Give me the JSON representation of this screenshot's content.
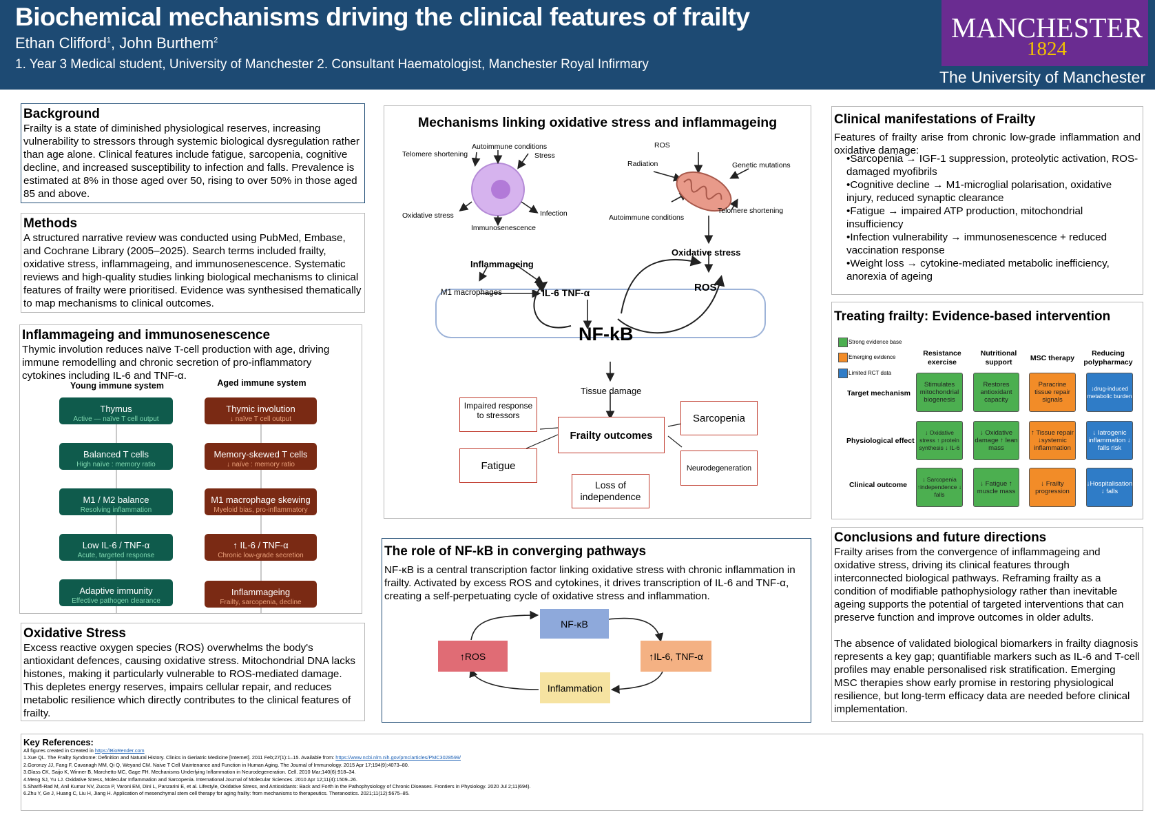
{
  "header": {
    "title": "Biochemical mechanisms driving the clinical features of frailty",
    "authors_a": "Ethan Clifford",
    "authors_a_sup": "1",
    "authors_sep": ", John Burthem",
    "authors_b_sup": "2",
    "affiliations": "1. Year 3 Medical student, University of Manchester 2. Consultant Haematologist, Manchester Royal Infirmary",
    "logo_name": "MANCHESTER",
    "logo_year": "1824",
    "logo_univ": "The University of Manchester"
  },
  "background": {
    "title": "Background",
    "text": "Frailty is a state of diminished physiological reserves, increasing vulnerability to stressors through systemic biological dysregulation rather than age alone. Clinical features include fatigue, sarcopenia, cognitive decline, and increased susceptibility to infection and falls. Prevalence is estimated at 8% in those aged over 50, rising to over 50% in those aged 85 and above."
  },
  "methods": {
    "title": "Methods",
    "text": "A structured narrative review was conducted using PubMed, Embase, and Cochrane Library (2005–2025). Search terms included frailty, oxidative stress, inflammageing, and immunosenescence. Systematic reviews and high-quality studies linking biological mechanisms to clinical features of frailty were prioritised. Evidence was synthesised thematically to map mechanisms to clinical outcomes."
  },
  "inflammageing": {
    "title": "Inflammageing and immunosenescence",
    "text": "Thymic involution reduces naïve T-cell production with age, driving immune remodelling and chronic secretion of pro-inflammatory cytokines including IL-6 and TNF-α.",
    "young_title": "Young immune system",
    "aged_title": "Aged immune system",
    "young": [
      {
        "t": "Thymus",
        "s": "Active — naïve T cell output"
      },
      {
        "t": "Balanced T cells",
        "s": "High naïve : memory ratio"
      },
      {
        "t": "M1 / M2 balance",
        "s": "Resolving inflammation"
      },
      {
        "t": "Low IL-6 / TNF-α",
        "s": "Acute, targeted response"
      },
      {
        "t": "Adaptive immunity",
        "s": "Effective pathogen clearance"
      }
    ],
    "aged": [
      {
        "t": "Thymic involution",
        "s": "↓ naïve T cell output"
      },
      {
        "t": "Memory-skewed T cells",
        "s": "↓ naïve : memory ratio"
      },
      {
        "t": "M1 macrophage skewing",
        "s": "Myeloid bias, pro-inflammatory"
      },
      {
        "t": "↑ IL-6 / TNF-α",
        "s": "Chronic low-grade secretion"
      },
      {
        "t": "Inflammageing",
        "s": "Frailty, sarcopenia, decline"
      }
    ]
  },
  "oxidative": {
    "title": "Oxidative Stress",
    "text": "Excess reactive oxygen species (ROS) overwhelms the body's antioxidant defences, causing oxidative stress. Mitochondrial DNA lacks histones, making it particularly vulnerable to ROS-mediated damage. This depletes energy reserves, impairs cellular repair, and reduces metabolic resilience which directly contributes to the clinical features of frailty."
  },
  "mechanisms": {
    "title": "Mechanisms linking oxidative stress and inflammageing",
    "cell_labels": {
      "telomere": "Telomere shortening",
      "autoimmune": "Autoimmune conditions",
      "stress": "Stress",
      "oxidative": "Oxidative stress",
      "infection": "Infection",
      "immunosenescence": "Immunosenescence"
    },
    "mito_labels": {
      "ros": "ROS",
      "radiation": "Radiation",
      "genetic": "Genetic mutations",
      "autoimmune": "Autoimmune conditions",
      "telomere": "Telomere shortening"
    },
    "inflammageing": "Inflammageing",
    "m1": "M1 macrophages",
    "il6": "IL-6 TNF-α",
    "oxstress": "Oxidative stress",
    "ros": "ROS",
    "nfkb": "NF-kB",
    "tissue": "Tissue damage",
    "frailty": "Frailty outcomes",
    "outcomes": {
      "impaired": "Impaired response to stressors",
      "fatigue": "Fatigue",
      "sarcopenia": "Sarcopenia",
      "neuro": "Neurodegeneration",
      "loss": "Loss of independence"
    }
  },
  "nfkb_role": {
    "title": "The role of NF-kB in converging pathways",
    "text": "NF-κB is a central transcription factor linking oxidative stress with chronic inflammation in frailty. Activated by excess ROS and cytokines, it drives transcription of IL-6 and TNF-α, creating a self-perpetuating cycle of oxidative stress and inflammation.",
    "nfkb": "NF-κB",
    "ros": "↑ROS",
    "il6": "↑IL-6, TNF-α",
    "inflammation": "Inflammation",
    "colors": {
      "nfkb": "#8ea9db",
      "ros": "#e06c75",
      "il6": "#f4b183",
      "inflammation": "#f6e3a1"
    }
  },
  "clinical": {
    "title": "Clinical manifestations of Frailty",
    "intro": "Features of frailty arise from chronic low-grade inflammation and oxidative damage:",
    "items": [
      "•Sarcopenia → IGF-1 suppression, proteolytic activation, ROS-damaged myofibrils",
      "•Cognitive decline → M1-microglial polarisation, oxidative injury, reduced synaptic clearance",
      "•Fatigue → impaired ATP production, mitochondrial insufficiency",
      "•Infection vulnerability → immunosenescence + reduced vaccination response",
      "•Weight loss → cytokine-mediated metabolic inefficiency, anorexia of ageing"
    ]
  },
  "treating": {
    "title": "Treating frailty: Evidence-based intervention",
    "legend": [
      {
        "label": "Strong evidence base",
        "color": "#4caf50"
      },
      {
        "label": "Emerging evidence",
        "color": "#f28c28"
      },
      {
        "label": "Limited RCT data",
        "color": "#2f7cc7"
      }
    ],
    "columns": [
      "Resistance exercise",
      "Nutritional support",
      "MSC therapy",
      "Reducing polypharmacy"
    ],
    "rows": [
      "Target mechanism",
      "Physiological effect",
      "Clinical outcome"
    ],
    "cells": [
      [
        "Stimulates mitochondrial biogenesis",
        "Restores antioxidant capacity",
        "Paracrine tissue repair signals",
        "↓drug-induced metabolic burden"
      ],
      [
        "↓ Oxidative stress ↑ protein synthesis ↓ IL-6",
        "↓ Oxidative damage ↑ lean mass",
        "↑ Tissue repair ↓systemic inflammation",
        "↓ Iatrogenic inflammation ↓ falls risk"
      ],
      [
        "↓ Sarcopenia ↑independence ↓ falls",
        "↓ Fatigue ↑ muscle mass",
        "↓ Frailty progression",
        "↓Hospitalisation ↓ falls"
      ]
    ]
  },
  "conclusions": {
    "title": "Conclusions and future directions",
    "p1": "Frailty arises from the convergence of inflammageing and oxidative stress, driving its clinical features through interconnected biological pathways. Reframing frailty as a condition of modifiable pathophysiology rather than inevitable ageing supports the potential of targeted interventions that can preserve function and improve outcomes in older adults.",
    "p2": "The absence of validated biological biomarkers in frailty diagnosis represents a key gap; quantifiable markers such as IL-6 and T-cell profiles may enable personalised risk stratification. Emerging MSC therapies show early promise in restoring physiological resilience, but long-term efficacy data are needed before clinical implementation."
  },
  "references": {
    "title": "Key References:",
    "created_prefix": "All figures created in Created in ",
    "created_link": "https://BioRender.com",
    "r1a": "1.Xue QL. The Frailty Syndrome: Definition and Natural History. Clinics in Geriatric Medicine [Internet]. 2011 Feb;27(1):1–15. Available from: ",
    "r1link": "https://www.ncbi.nlm.nih.gov/pmc/articles/PMC3028599/",
    "r2": "2.Goronzy JJ, Fang F, Cavanagh MM, Qi Q, Weyand CM. Naive T Cell Maintenance and Function in Human Aging. The Journal of Immunology. 2015 Apr 17;194(9):4073–80.",
    "r3": "3.Glass CK, Saijo K, Winner B, Marchetto MC, Gage FH. Mechanisms Underlying Inflammation in Neurodegeneration. Cell. 2010 Mar;140(6):918–34.",
    "r4": "4.Meng SJ, Yu LJ. Oxidative Stress, Molecular Inflammation and Sarcopenia. International Journal of Molecular Sciences. 2010 Apr 12;11(4):1509–26.",
    "r5": "5.Sharifi-Rad M, Anil Kumar NV, Zucca P, Varoni EM, Dini L, Panzarini E, et al. Lifestyle, Oxidative Stress, and Antioxidants: Back and Forth in the Pathophysiology of Chronic Diseases. Frontiers in Physiology. 2020 Jul 2;11(694).",
    "r6": "6.Zhu Y, Ge J, Huang C, Liu H, Jiang H. Application of mesenchymal stem cell therapy for aging frailty: from mechanisms to therapeutics. Theranostics. 2021;11(12):5675–85."
  }
}
